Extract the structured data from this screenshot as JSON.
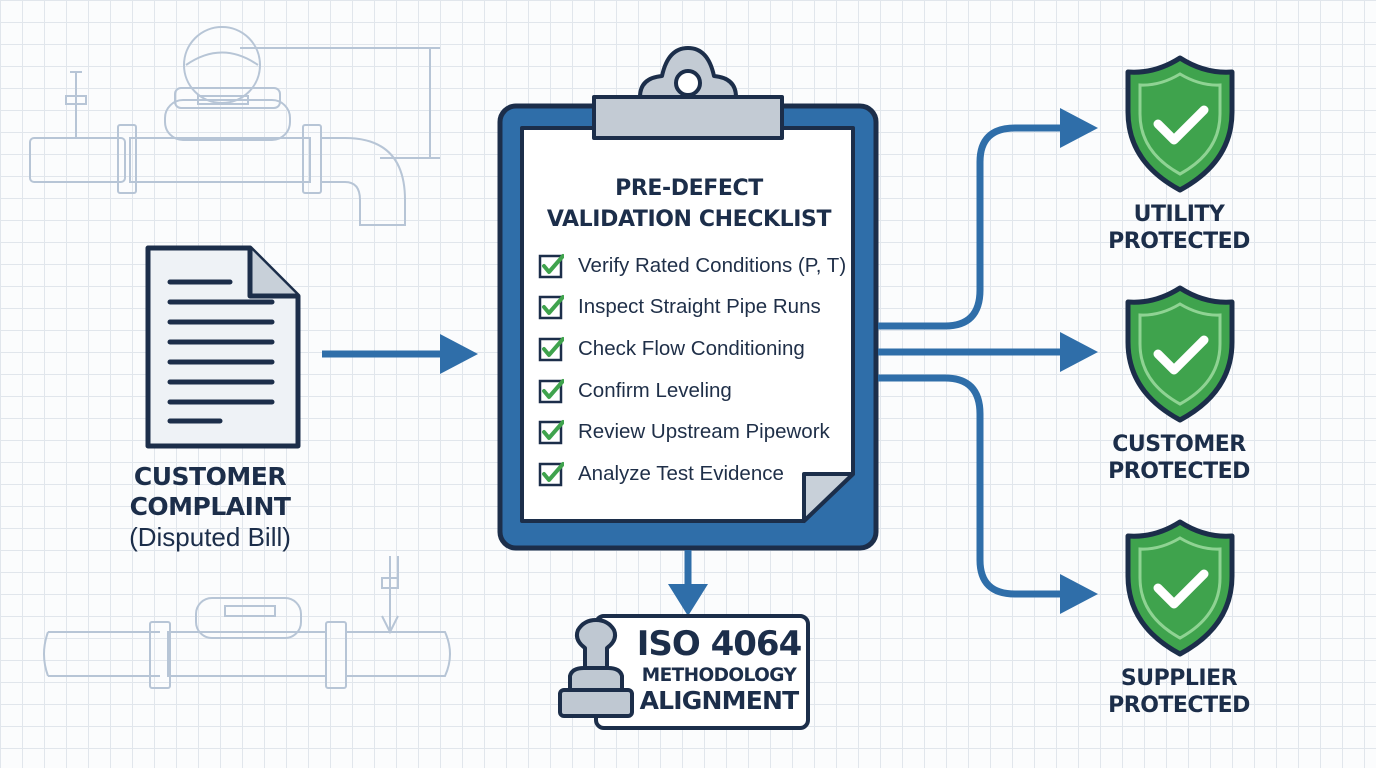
{
  "colors": {
    "navy": "#1c2e4a",
    "blue": "#2f6ea9",
    "green": "#3fa34d",
    "sketch": "#b7c5d6"
  },
  "complaint": {
    "line1": "CUSTOMER",
    "line2": "COMPLAINT",
    "line3": "(Disputed Bill)",
    "icon": "document-icon"
  },
  "checklist": {
    "title_line1": "PRE-DEFECT",
    "title_line2": "VALIDATION CHECKLIST",
    "items": [
      "Verify Rated Conditions (P, T)",
      "Inspect Straight Pipe Runs",
      "Check Flow Conditioning",
      "Confirm Leveling",
      "Review Upstream Pipework",
      "Analyze Test Evidence"
    ]
  },
  "stamp": {
    "line1": "ISO 4064",
    "line2": "METHODOLOGY",
    "line3": "ALIGNMENT",
    "icon": "stamp-icon"
  },
  "outcomes": [
    {
      "line1": "UTILITY",
      "line2": "PROTECTED",
      "icon": "shield-check-icon"
    },
    {
      "line1": "CUSTOMER",
      "line2": "PROTECTED",
      "icon": "shield-check-icon"
    },
    {
      "line1": "SUPPLIER",
      "line2": "PROTECTED",
      "icon": "shield-check-icon"
    }
  ]
}
